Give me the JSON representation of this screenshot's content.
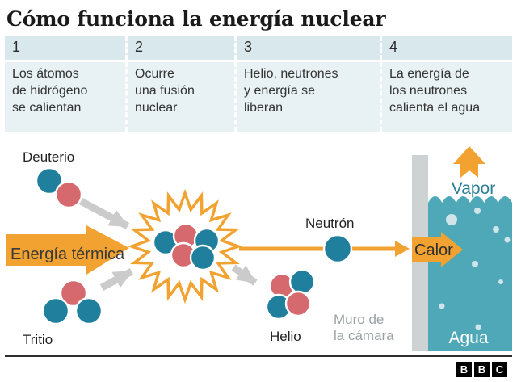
{
  "title": "Cómo funciona la energía nuclear",
  "steps": [
    {
      "number": "1",
      "lines": [
        "Los átomos",
        "de hidrógeno",
        "se calientan"
      ]
    },
    {
      "number": "2",
      "lines": [
        "Ocurre",
        "una fusión",
        "nuclear"
      ]
    },
    {
      "number": "3",
      "lines": [
        "Helio, neutrones",
        "y energía se",
        "liberan"
      ]
    },
    {
      "number": "4",
      "lines": [
        "La energía de",
        "los neutrones",
        "calienta el agua"
      ]
    }
  ],
  "diagram": {
    "labels": {
      "deuterio": "Deuterio",
      "tritio": "Tritio",
      "helio": "Helio",
      "neutron": "Neutrón",
      "energia_termica": "Energía térmica",
      "calor": "Calor",
      "vapor": "Vapor",
      "agua": "Agua",
      "muro_line1": "Muro de",
      "muro_line2": "la cámara"
    },
    "colors": {
      "teal_particle": "#1f7f9c",
      "red_particle": "#d5696e",
      "orange": "#f2a230",
      "water": "#4fa8b8",
      "wall": "#cdd2d3",
      "bubble": "#cfe5e9",
      "step_header_bg": "#d8e8ec",
      "step_body_bg": "#e8f1f3",
      "gray_arrow": "#cbcbcb",
      "muted_label": "#9aa3a4",
      "vapor_text": "#2a7e95",
      "text_dark": "#222222"
    }
  },
  "footer": {
    "logo_letters": [
      "B",
      "B",
      "C"
    ]
  }
}
